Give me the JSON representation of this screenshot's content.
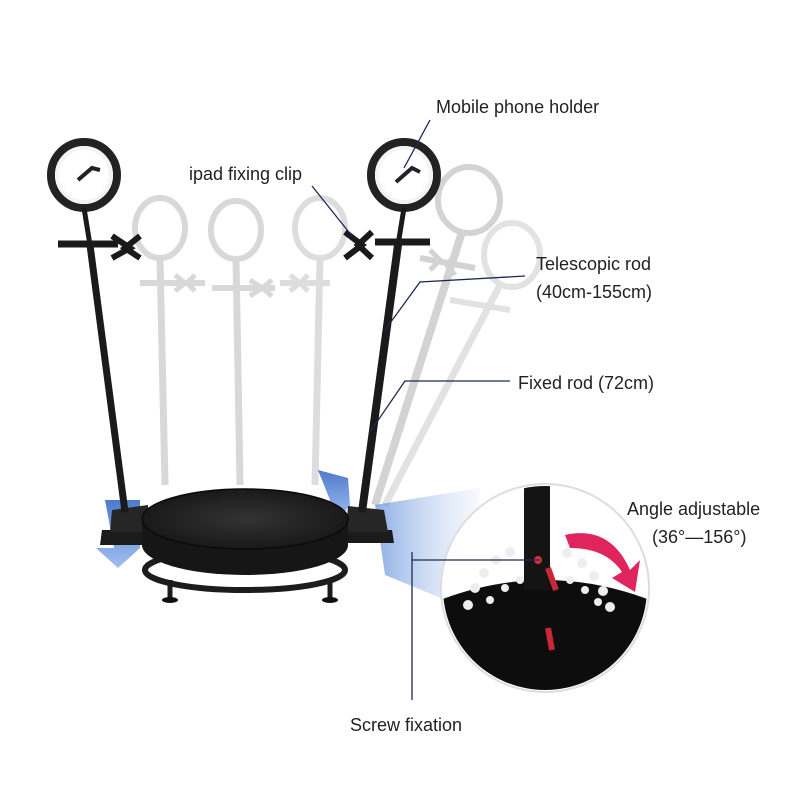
{
  "callouts": {
    "phone_holder": "Mobile phone holder",
    "ipad_clip": "ipad fixing clip",
    "telescopic_title": "Telescopic rod",
    "telescopic_range": "(40cm-155cm)",
    "fixed_rod": "Fixed rod (72cm)",
    "angle_title": "Angle adjustable",
    "angle_range": "(36°—156°)",
    "screw": "Screw fixation"
  },
  "colors": {
    "rod": "#1a1a1a",
    "ghost_rod": "#c8c8c8",
    "platform": "#1c1c1c",
    "accent_blue": "#4a7fd4",
    "arrow_red": "#e0245e",
    "leader_line": "#1a2a55"
  }
}
